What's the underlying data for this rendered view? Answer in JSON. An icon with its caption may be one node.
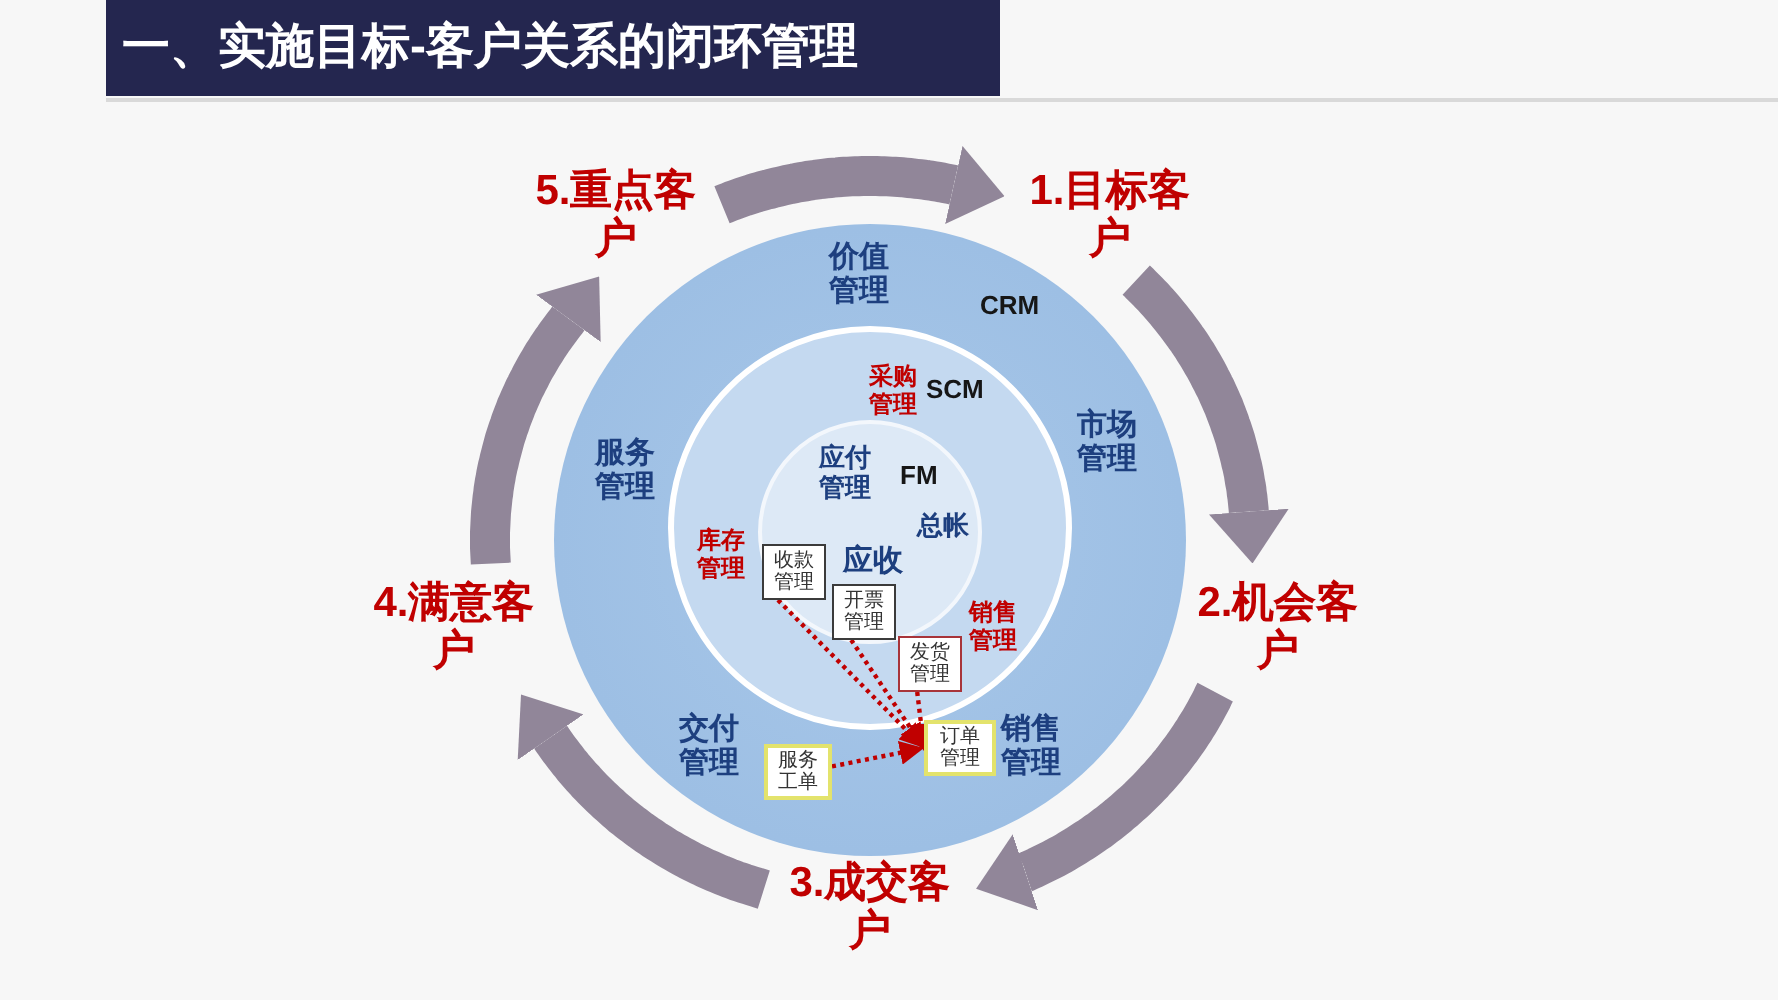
{
  "diagram": {
    "title": "一、实施目标-客户关系的闭环管理",
    "nodes": [
      {
        "text": [
          "5.重点客户"
        ]
      },
      {
        "text": [
          "1.目标客户"
        ]
      },
      {
        "text": [
          "价值管理",
          "CRM",
          "服务管理",
          "市场管理",
          "交付管理",
          "销售管理"
        ]
      },
      {
        "text": [
          "采购管理",
          "SCM",
          "库存管理",
          "销售管理"
        ],
        "in": 2
      },
      {
        "text": [
          "应付管理",
          "FM",
          "总帐",
          "应收"
        ],
        "in": 3
      },
      {
        "text": [
          "收款管理"
        ],
        "in": 4
      },
      {
        "text": [
          "开票管理"
        ],
        "in": 4
      },
      {
        "text": [
          "发货管理"
        ],
        "in": 3
      },
      {
        "text": [
          "订单管理"
        ],
        "in": 2
      },
      {
        "text": [
          "服务工单"
        ],
        "in": 2
      },
      {
        "text": [
          "4.满意客户"
        ]
      },
      {
        "text": [
          "2.机会客户"
        ]
      },
      {
        "text": [
          "3.成交客户"
        ]
      }
    ],
    "edges": [
      {
        "from": 0,
        "to": 1,
        "arrow": "to"
      },
      {
        "from": 1,
        "to": 11,
        "arrow": "to"
      },
      {
        "from": 11,
        "to": 12,
        "arrow": "to"
      },
      {
        "from": 12,
        "to": 10,
        "arrow": "to"
      },
      {
        "from": 10,
        "to": 0,
        "arrow": "to"
      },
      {
        "from": 5,
        "to": 8,
        "arrow": "to",
        "style": "dashed",
        "color": "#c00000"
      },
      {
        "from": 6,
        "to": 8,
        "arrow": "to",
        "style": "dashed",
        "color": "#c00000"
      },
      {
        "from": 7,
        "to": 8,
        "arrow": "to",
        "style": "dashed",
        "color": "#c00000"
      },
      {
        "from": 9,
        "to": 8,
        "arrow": "to",
        "style": "dashed",
        "color": "#c00000"
      }
    ]
  }
}
